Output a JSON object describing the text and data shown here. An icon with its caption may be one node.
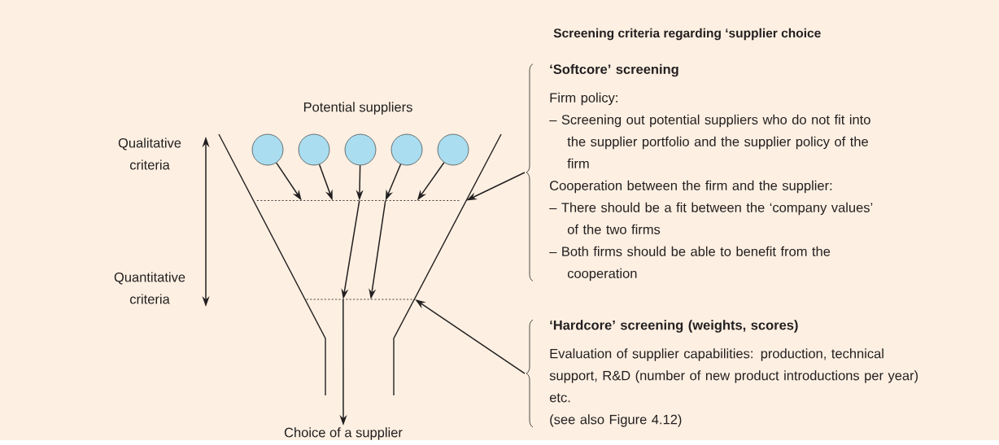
{
  "diagram": {
    "title": "Screening criteria regarding ‘supplier choice",
    "nodes": [
      {
        "text": [],
        "shape": "circle"
      },
      {
        "text": [],
        "shape": "circle"
      },
      {
        "text": [],
        "shape": "circle"
      },
      {
        "text": [],
        "shape": "circle"
      },
      {
        "text": [],
        "shape": "circle"
      },
      {
        "text": [],
        "shape": "line"
      },
      {
        "text": [],
        "shape": "line"
      },
      {
        "text": [
          "Choice of a supplier"
        ]
      },
      {
        "text": [
          "‘Softcore’ screening",
          "Firm policy:",
          "– Screening out potential suppliers who do not fit into the supplier portfolio and the supplier policy of the firm",
          "Cooperation between the firm and the supplier:",
          "– There should be a fit between the ‘company values’ of the two firms",
          "– Both firms should be able to benefit from the cooperation"
        ]
      },
      {
        "text": [
          "‘Hardcore’ screening (weights, scores)",
          "Evaluation of supplier capabilities: production, technical support, R&D (number of new product introductions per year) etc.",
          "(see also Figure 4.12)"
        ]
      }
    ],
    "edges": [
      {
        "from": 0,
        "to": 5,
        "arrow": "to"
      },
      {
        "from": 1,
        "to": 5,
        "arrow": "to"
      },
      {
        "from": 2,
        "to": 5,
        "arrow": "to"
      },
      {
        "from": 3,
        "to": 5,
        "arrow": "to"
      },
      {
        "from": 4,
        "to": 5,
        "arrow": "to"
      },
      {
        "from": 5,
        "to": 6,
        "arrow": "to"
      },
      {
        "from": 5,
        "to": 6,
        "arrow": "to"
      },
      {
        "from": 6,
        "to": 7,
        "arrow": "to"
      },
      {
        "from": 8,
        "to": 5,
        "arrow": "to"
      },
      {
        "from": 9,
        "to": 6,
        "arrow": "to"
      }
    ],
    "labels": [
      "Potential suppliers",
      "Qualitative criteria",
      "Quantitative criteria"
    ]
  }
}
